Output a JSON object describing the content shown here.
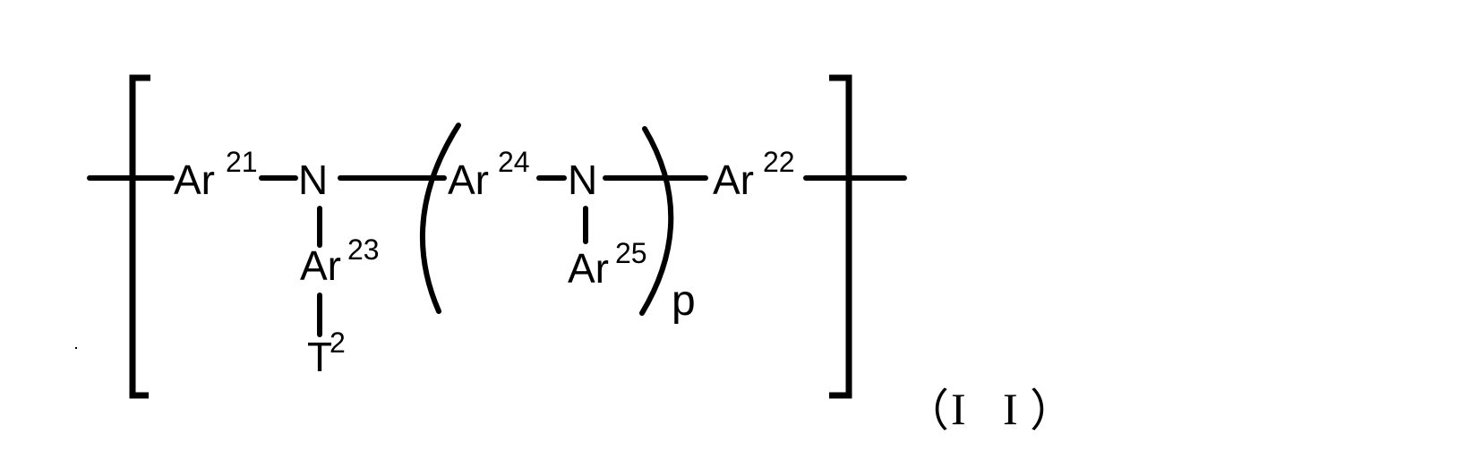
{
  "diagram": {
    "type": "chemical-structure-formula",
    "formula_label": "（I I）",
    "repeat_unit": {
      "bracket": "square",
      "main_chain": [
        {
          "symbol": "Ar",
          "superscript": "21"
        },
        {
          "symbol": "N",
          "superscript": ""
        },
        {
          "symbol": "Ar",
          "superscript": "24"
        },
        {
          "symbol": "N",
          "superscript": ""
        },
        {
          "symbol": "Ar",
          "superscript": "22"
        }
      ],
      "substituents": [
        {
          "attached_to": "N (first)",
          "chain": [
            {
              "symbol": "Ar",
              "superscript": "23"
            },
            {
              "symbol": "T",
              "superscript": "2"
            }
          ]
        },
        {
          "attached_to": "N (second)",
          "chain": [
            {
              "symbol": "Ar",
              "superscript": "25"
            }
          ]
        }
      ],
      "inner_group": {
        "bracket": "parenthesis",
        "contents": "Ar24-N(Ar25)",
        "subscript": "p"
      }
    },
    "labels": {
      "ar21": "Ar",
      "ar21_sup": "21",
      "n1": "N",
      "ar23": "Ar",
      "ar23_sup": "23",
      "t2": "T",
      "t2_sup": "2",
      "ar24": "Ar",
      "ar24_sup": "24",
      "n2": "N",
      "ar25": "Ar",
      "ar25_sup": "25",
      "p": "p",
      "ar22": "Ar",
      "ar22_sup": "22",
      "formula_id_open": "（",
      "formula_id_i1": "I",
      "formula_id_i2": "I",
      "formula_id_close": "）"
    }
  }
}
